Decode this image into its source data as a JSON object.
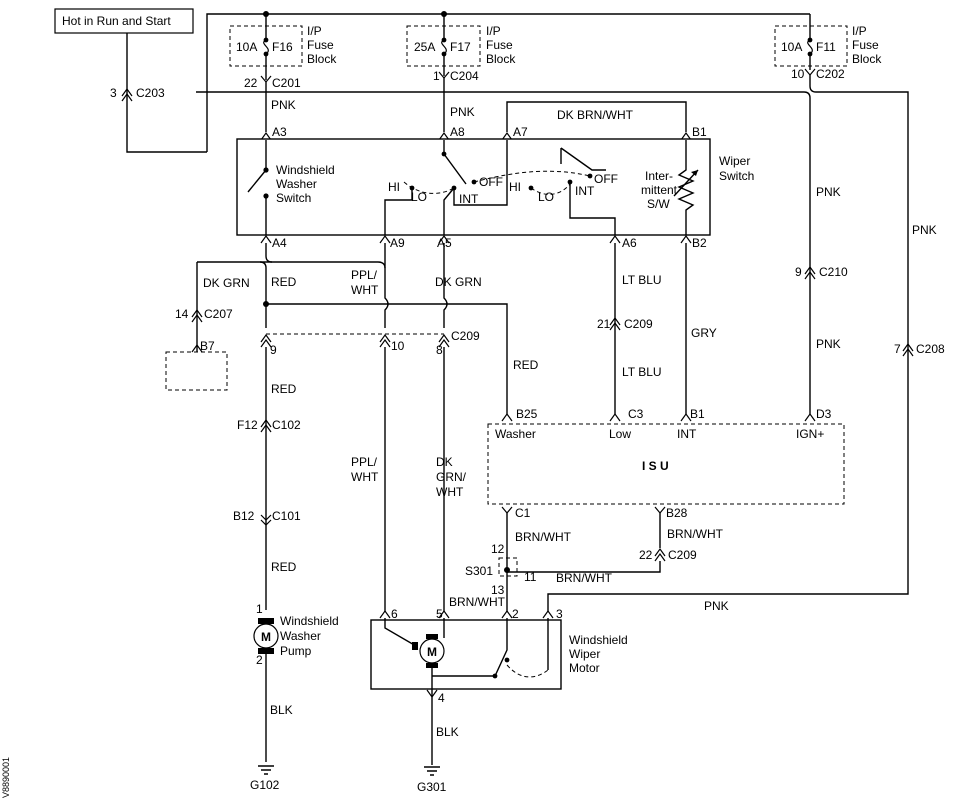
{
  "hot_label": "Hot in Run and Start",
  "fuses": [
    {
      "amp": "10A",
      "id": "F16",
      "block": [
        "I/P",
        "Fuse",
        "Block"
      ],
      "pin": "22",
      "conn": "C201"
    },
    {
      "amp": "25A",
      "id": "F17",
      "block": [
        "I/P",
        "Fuse",
        "Block"
      ],
      "pin": "1",
      "conn": "C204"
    },
    {
      "amp": "10A",
      "id": "F11",
      "block": [
        "I/P",
        "Fuse",
        "Block"
      ],
      "pin": "10",
      "conn": "C202"
    }
  ],
  "wires": {
    "pnk": "PNK",
    "dk_brn_wht": "DK BRN/WHT",
    "dk_grn": "DK GRN",
    "red": "RED",
    "ppl": "PPL/",
    "wht": "WHT",
    "lt_blu": "LT BLU",
    "gry": "GRY",
    "dk": "DK",
    "grn_wht": "GRN/",
    "brn_wht": "BRN/WHT",
    "blk": "BLK"
  },
  "connectors": {
    "c203": {
      "pin": "3",
      "name": "C203"
    },
    "c207": {
      "pin": "14",
      "name": "C207"
    },
    "b7": "B7",
    "c209_top": {
      "pins": [
        "9",
        "10",
        "8"
      ],
      "name": "C209"
    },
    "c209_ltblu": {
      "pin": "21",
      "name": "C209"
    },
    "c210": {
      "pin": "9",
      "name": "C210"
    },
    "c208": {
      "pin": "7",
      "name": "C208"
    },
    "c102": {
      "pin": "F12",
      "name": "C102"
    },
    "c101": {
      "pin": "B12",
      "name": "C101"
    },
    "c209_brn": {
      "pin": "22",
      "name": "C209"
    }
  },
  "wiper_switch": {
    "title": [
      "Wiper",
      "Switch"
    ],
    "pins": {
      "a3": "A3",
      "a8": "A8",
      "a7": "A7",
      "b1": "B1",
      "a4": "A4",
      "a9": "A9",
      "a5": "A5",
      "a6": "A6",
      "b2": "B2"
    },
    "washer_switch": [
      "Windshield",
      "Washer",
      "Switch"
    ],
    "positions": {
      "hi": "HI",
      "lo": "LO",
      "off": "OFF",
      "int": "INT"
    },
    "intermittent": [
      "Inter-",
      "mittent",
      "S/W"
    ]
  },
  "isu": {
    "title": "I S U",
    "pins": {
      "b25": "B25",
      "c3": "C3",
      "b1": "B1",
      "d3": "D3",
      "c1": "C1",
      "b28": "B28"
    },
    "inputs": {
      "washer": "Washer",
      "low": "Low",
      "int": "INT",
      "ign": "IGN+"
    }
  },
  "splice": {
    "name": "S301",
    "pins": [
      "12",
      "11",
      "13"
    ]
  },
  "washer_pump": {
    "label": [
      "Windshield",
      "Washer",
      "Pump"
    ],
    "pins": [
      "1",
      "2"
    ],
    "motor": "M"
  },
  "wiper_motor": {
    "label": [
      "Windshield",
      "Wiper",
      "Motor"
    ],
    "pins": [
      "6",
      "5",
      "2",
      "3",
      "4"
    ],
    "motor": "M"
  },
  "grounds": [
    "G102",
    "G301"
  ],
  "figure_code": "V8890001"
}
